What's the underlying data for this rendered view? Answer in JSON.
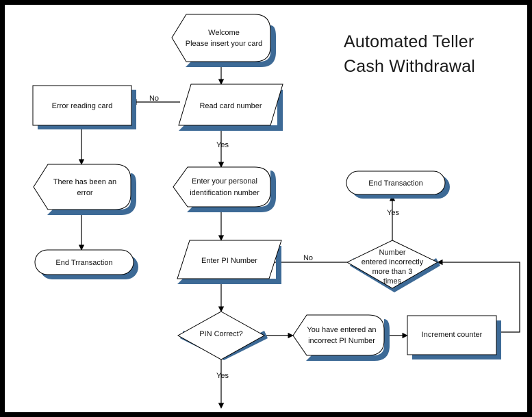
{
  "diagram": {
    "title_line1": "Automated Teller",
    "title_line2": "Cash Withdrawal",
    "colors": {
      "shadow": "#3d6a96",
      "shape_fill": "#ffffff",
      "stroke": "#000000",
      "frame": "#000000",
      "text": "#111111"
    }
  },
  "nodes": {
    "welcome": {
      "type": "preparation",
      "line1": "Welcome",
      "line2": "Please insert your card"
    },
    "read_card": {
      "type": "data",
      "line1": "Read card number"
    },
    "error_reading": {
      "type": "process",
      "line1": "Error reading card"
    },
    "there_has_been_error": {
      "type": "preparation",
      "line1": "There has been an",
      "line2": "error"
    },
    "end_trransaction": {
      "type": "terminator",
      "line1": "End Trransaction"
    },
    "enter_pin_personal": {
      "type": "preparation",
      "line1": "Enter your personal",
      "line2": "identification number"
    },
    "enter_pi_number": {
      "type": "data",
      "line1": "Enter PI Number"
    },
    "pin_correct": {
      "type": "decision",
      "line1": "PIN Correct?"
    },
    "incorrect_pi_message": {
      "type": "preparation",
      "line1": "You have entered an",
      "line2": "incorrect PI Number"
    },
    "increment_counter": {
      "type": "process",
      "line1": "Increment counter"
    },
    "more_than_3": {
      "type": "decision",
      "line1": "Number",
      "line2": "entered incorrectly",
      "line3": "more than 3",
      "line4": "times"
    },
    "end_transaction": {
      "type": "terminator",
      "line1": "End Transaction"
    }
  },
  "edge_labels": {
    "read_card_no": "No",
    "read_card_yes": "Yes",
    "more_than_3_no": "No",
    "more_than_3_yes": "Yes",
    "pin_correct_yes": "Yes"
  }
}
